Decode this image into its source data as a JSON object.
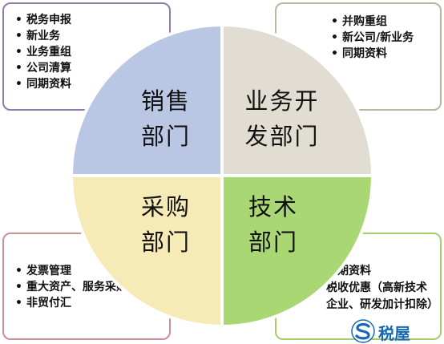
{
  "quadrants": {
    "sales": {
      "line1": "销售",
      "line2": "部门",
      "color": "#b9c7e4"
    },
    "business_dev": {
      "line1": "业务开",
      "line2": "发部门",
      "color": "#e2ddd3"
    },
    "procurement": {
      "line1": "采购",
      "line2": "部门",
      "color": "#f6eab6"
    },
    "technology": {
      "line1": "技术",
      "line2": "部门",
      "color": "#a9d774"
    }
  },
  "boxes": {
    "top_left": {
      "items": [
        "税务申报",
        "新业务",
        "业务重组",
        "公司清算",
        "同期资料"
      ],
      "border": "#8f7bb0"
    },
    "top_right": {
      "items": [
        "并购重组",
        "新公司/新业务",
        "同期资料"
      ],
      "border": "#bdb59e"
    },
    "bottom_left": {
      "items": [
        "发票管理",
        "重大资产、服务采购",
        "非贸付汇"
      ],
      "border": "#cc8d94"
    },
    "bottom_right": {
      "items": [
        "同期资料",
        "税收优惠（高新技术企业、研发加计扣除）"
      ],
      "border": "#a4ce6a"
    }
  },
  "watermark": {
    "text": "税屋",
    "color": "#1769b3"
  }
}
